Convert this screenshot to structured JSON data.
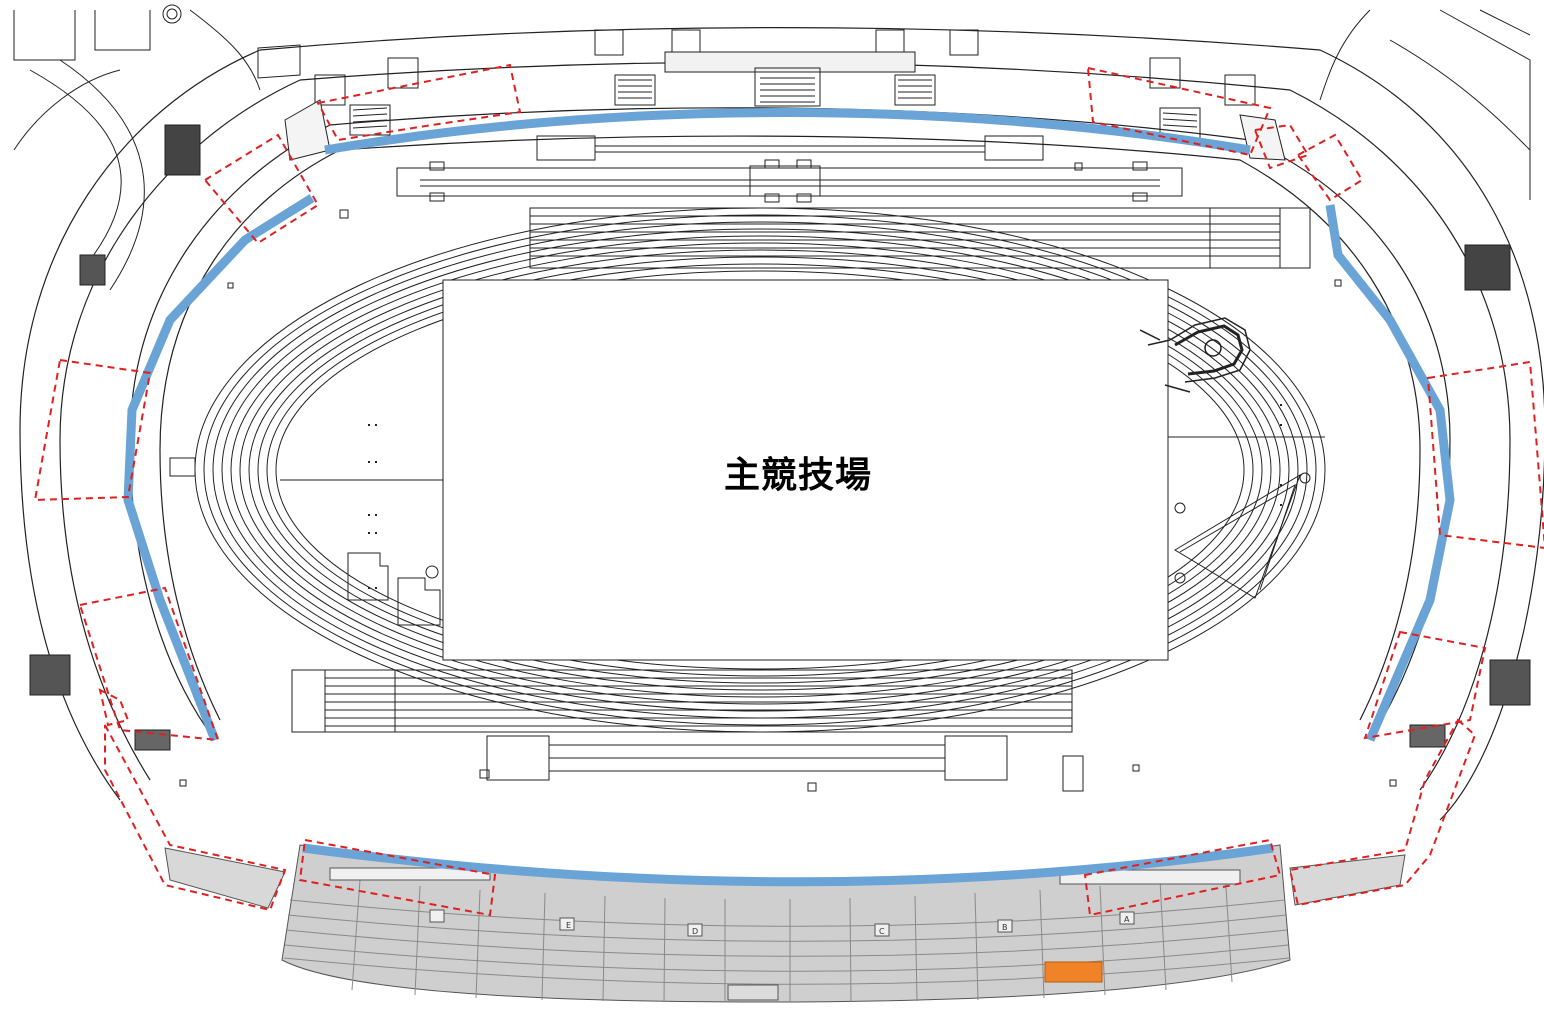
{
  "map": {
    "title": "主競技場",
    "section_labels": [
      "E",
      "D",
      "C",
      "B",
      "A"
    ]
  },
  "colors": {
    "line": "#222222",
    "walkway_highlight": "#6aa3d6",
    "restricted_outline": "#e02020",
    "selected_block": "#f08228",
    "seating": "#9a9a9a"
  },
  "legend_semantics": {
    "blue_band": "walkway-highlight",
    "red_dashed": "restricted-area",
    "orange_block": "selected-seat-block"
  }
}
